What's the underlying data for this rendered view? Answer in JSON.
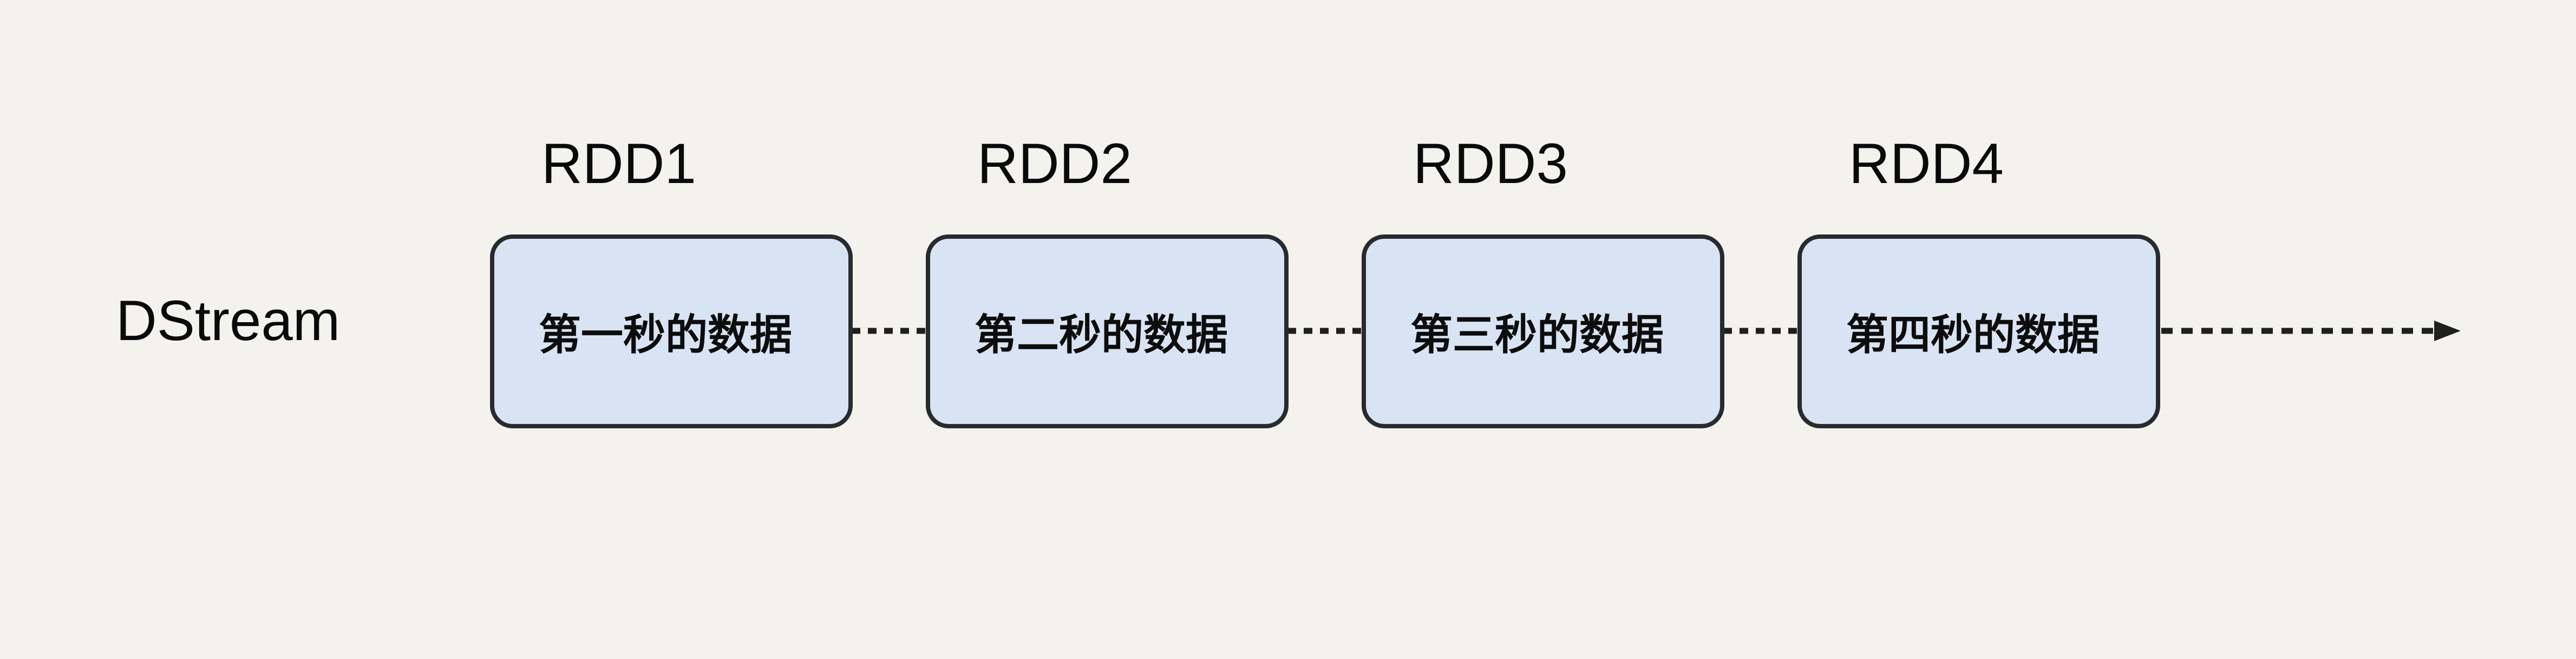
{
  "diagram": {
    "stream_label": "DStream",
    "nodes": [
      {
        "label": "RDD1",
        "content": "第一秒的数据"
      },
      {
        "label": "RDD2",
        "content": "第二秒的数据"
      },
      {
        "label": "RDD3",
        "content": "第三秒的数据"
      },
      {
        "label": "RDD4",
        "content": "第四秒的数据"
      }
    ],
    "flow": {
      "connector_style": "dashed",
      "arrow_direction": "right"
    },
    "colors": {
      "background": "#f4f2ed",
      "node_fill": "#d8e4f3",
      "node_border": "#272b2e",
      "connector": "#1f1f1f",
      "text": "#0a0a0a"
    }
  }
}
